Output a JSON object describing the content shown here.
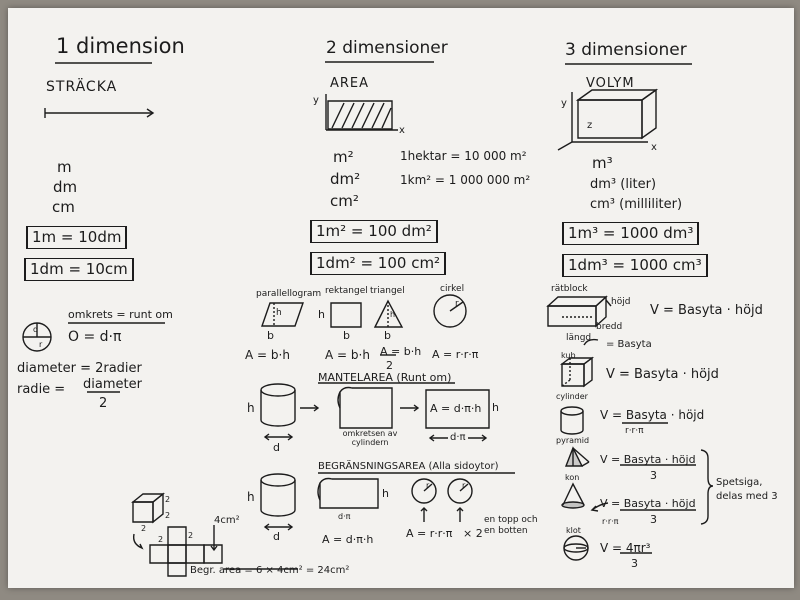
{
  "col1": {
    "title": "1 dimension",
    "heading": "STRÄCKA",
    "units": [
      "m",
      "dm",
      "cm"
    ],
    "conv1": "1m = 10dm",
    "conv2": "1dm = 10cm",
    "circle_d": "d",
    "circle_r": "r",
    "omkrets_label": "omkrets = runt om",
    "omkrets_formula": "O = d·π",
    "diameter_line": "diameter = 2radier",
    "radie_label": "radie =",
    "radie_num": "diameter",
    "radie_den": "2"
  },
  "col2": {
    "title": "2 dimensioner",
    "heading": "AREA",
    "axis_y": "y",
    "axis_x": "x",
    "units": [
      "m²",
      "dm²",
      "cm²"
    ],
    "hektar": "1hektar = 10 000 m²",
    "km2": "1km² = 1 000 000 m²",
    "conv1": "1m² = 100 dm²",
    "conv2": "1dm² = 100 cm²",
    "shapes": [
      {
        "name": "parallellogram",
        "formula": "A = b·h",
        "base": "b",
        "height": "h"
      },
      {
        "name": "rektangel",
        "formula": "A = b·h",
        "base": "b",
        "height": "h"
      },
      {
        "name": "triangel",
        "formula_num": "A = b·h",
        "formula_den": "2",
        "base": "b",
        "height": "h"
      },
      {
        "name": "cirkel",
        "formula": "A = r·r·π",
        "radius": "r"
      }
    ],
    "mantel_title": "MANTELAREA (Runt om)",
    "mantel_h": "h",
    "mantel_d": "d",
    "mantel_note": "omkretsen av cylindern",
    "mantel_box": "A = d·π·h",
    "mantel_width": "d·π",
    "begr_title": "BEGRÄNSNINGSAREA (Alla sidoytor)",
    "begr_h": "h",
    "begr_d": "d",
    "begr_width": "d·π",
    "begr_formula1": "A = d·π·h",
    "begr_formula2": "A = r·r·π",
    "begr_x2": "× 2",
    "begr_note": "en topp och en botten",
    "begr_r": "r",
    "cube_edge": "2",
    "cube_area": "4cm²",
    "cube_total": "Begr. area = 6 × 4cm² = 24cm²"
  },
  "col3": {
    "title": "3 dimensioner",
    "heading": "VOLYM",
    "axis_y": "y",
    "axis_x": "x",
    "axis_z": "z",
    "units": [
      "m³",
      "dm³ (liter)",
      "cm³ (milliliter)"
    ],
    "conv1": "1m³ = 1000 dm³",
    "conv2": "1dm³ = 1000 cm³",
    "ratblock": "rätblock",
    "hojd": "höjd",
    "bredd": "bredd",
    "langd": "längd",
    "basyta": "= Basyta",
    "v_formula": "V = Basyta · höjd",
    "kub": "kub",
    "cylinder": "cylinder",
    "pyramid": "pyramid",
    "kon": "kon",
    "klot": "klot",
    "rrpi": "r·r·π",
    "frac_num": "V = Basyta · höjd",
    "frac_den": "3",
    "spetsiga": "Spetsiga, delas med 3",
    "klot_num": "V = 4πr³",
    "klot_den": "3"
  }
}
